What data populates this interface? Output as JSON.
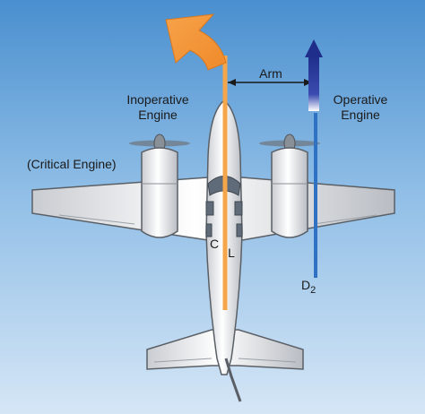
{
  "labels": {
    "inoperative": [
      "Inoperative",
      "Engine"
    ],
    "operative": [
      "Operative",
      "Engine"
    ],
    "critical": "(Critical Engine)",
    "arm": "Arm",
    "centerline_c": "C",
    "centerline_l": "L",
    "drag_d": "D",
    "drag_sub": "2"
  },
  "colors": {
    "sky_top": "#4a8fcf",
    "sky_bottom": "#cfe2f4",
    "yaw_arrow": "#f49a3b",
    "centerline": "#f5a64a",
    "thrust_arrow": "#2b3b9a",
    "drag_line": "#2f72c4",
    "airframe": "#f4f5f7",
    "airframe_outline": "#5a5f66"
  }
}
